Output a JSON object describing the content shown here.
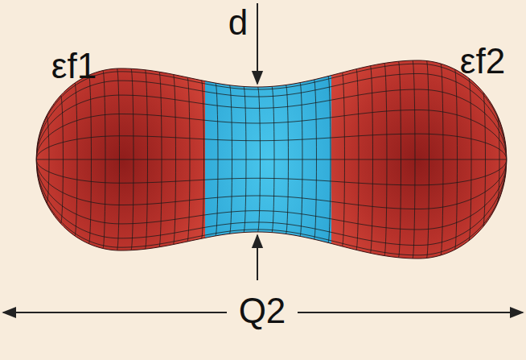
{
  "diagram": {
    "labels": [
      "d",
      "εf1",
      "εf2",
      "Q2"
    ]
  }
}
